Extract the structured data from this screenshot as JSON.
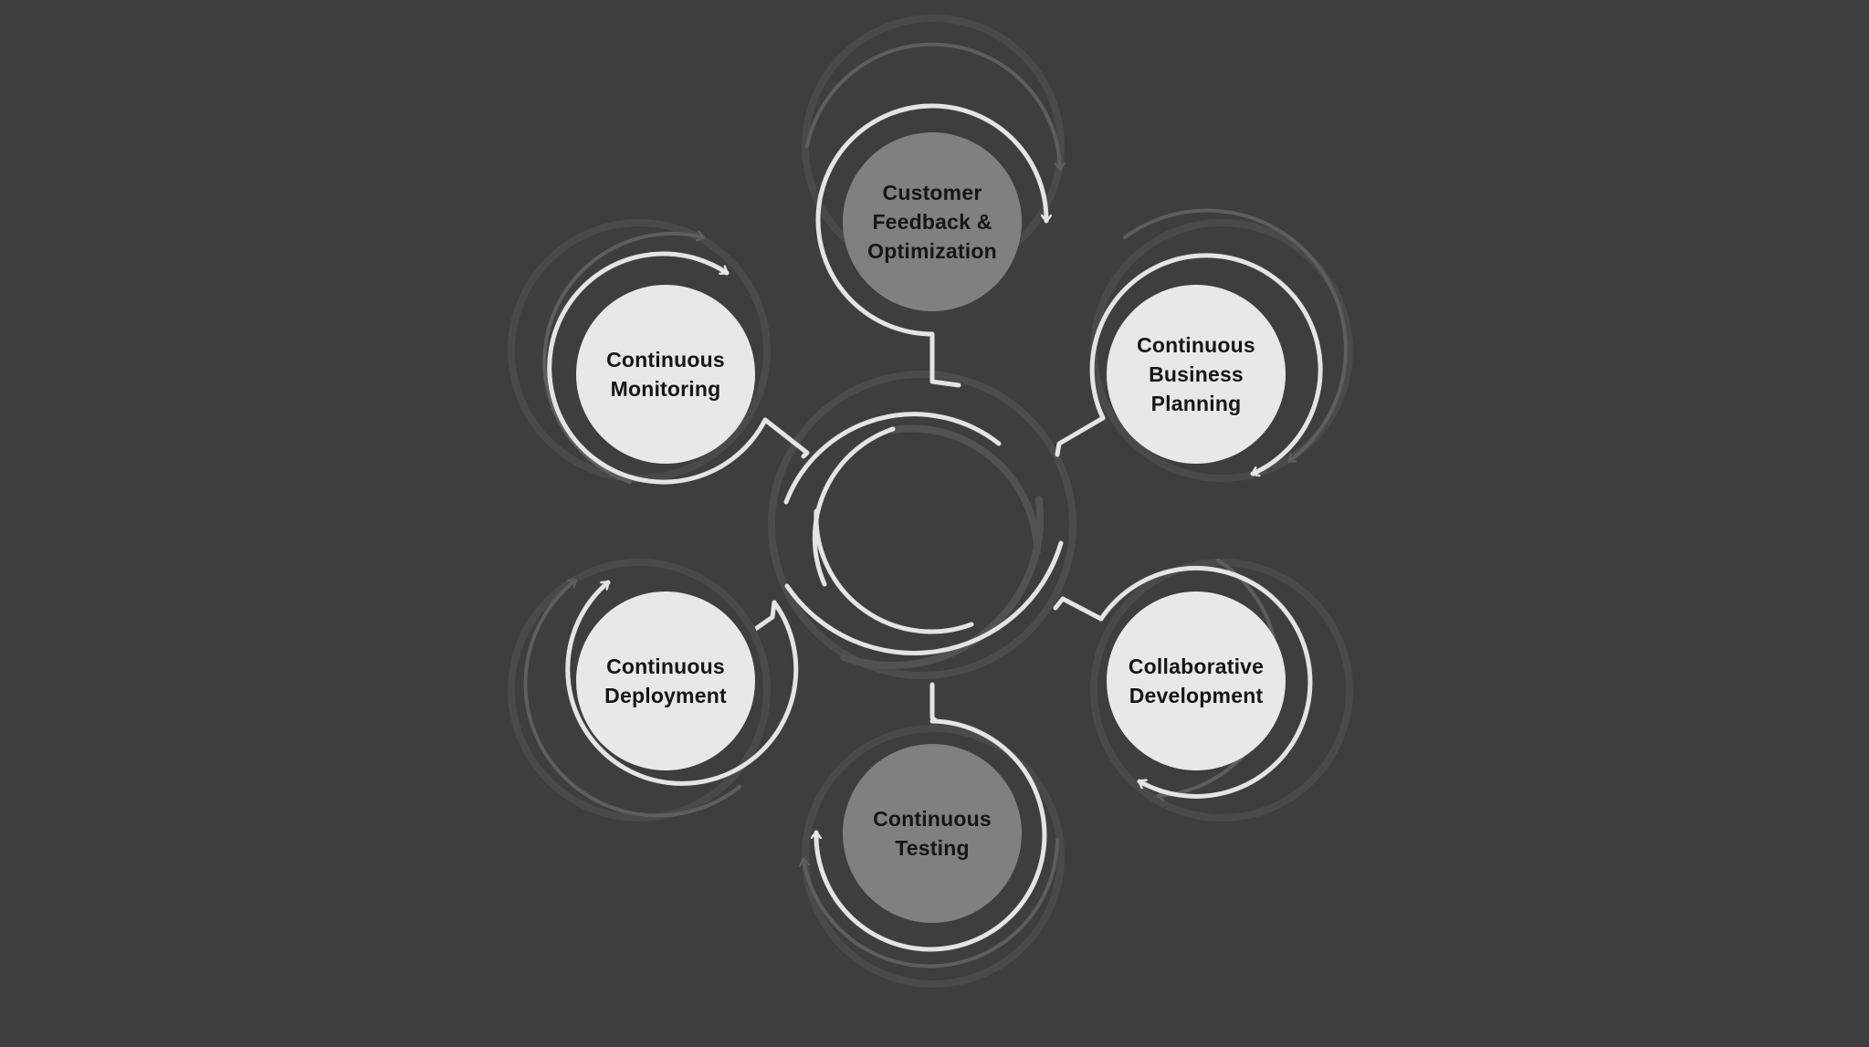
{
  "diagram": {
    "nodes": [
      {
        "id": "customer-feedback",
        "label": [
          "Customer",
          "Feedback &",
          "Optimization"
        ],
        "fill": "#808080"
      },
      {
        "id": "business-planning",
        "label": [
          "Continuous",
          "Business",
          "Planning"
        ],
        "fill": "#e8e8ea"
      },
      {
        "id": "collaborative-development",
        "label": [
          "Collaborative",
          "Development"
        ],
        "fill": "#e8e8ea"
      },
      {
        "id": "continuous-testing",
        "label": [
          "Continuous",
          "Testing"
        ],
        "fill": "#808080"
      },
      {
        "id": "continuous-deployment",
        "label": [
          "Continuous",
          "Deployment"
        ],
        "fill": "#e8e8ea"
      },
      {
        "id": "continuous-monitoring",
        "label": [
          "Continuous",
          "Monitoring"
        ],
        "fill": "#e8e8ea"
      }
    ],
    "colors": {
      "background": "#3e3e40",
      "ring_bright": "#e4e4e6",
      "ring_dim": "#5a5a5c",
      "ring_shadow": "#4c4c4e",
      "label_text": "#161618"
    }
  }
}
